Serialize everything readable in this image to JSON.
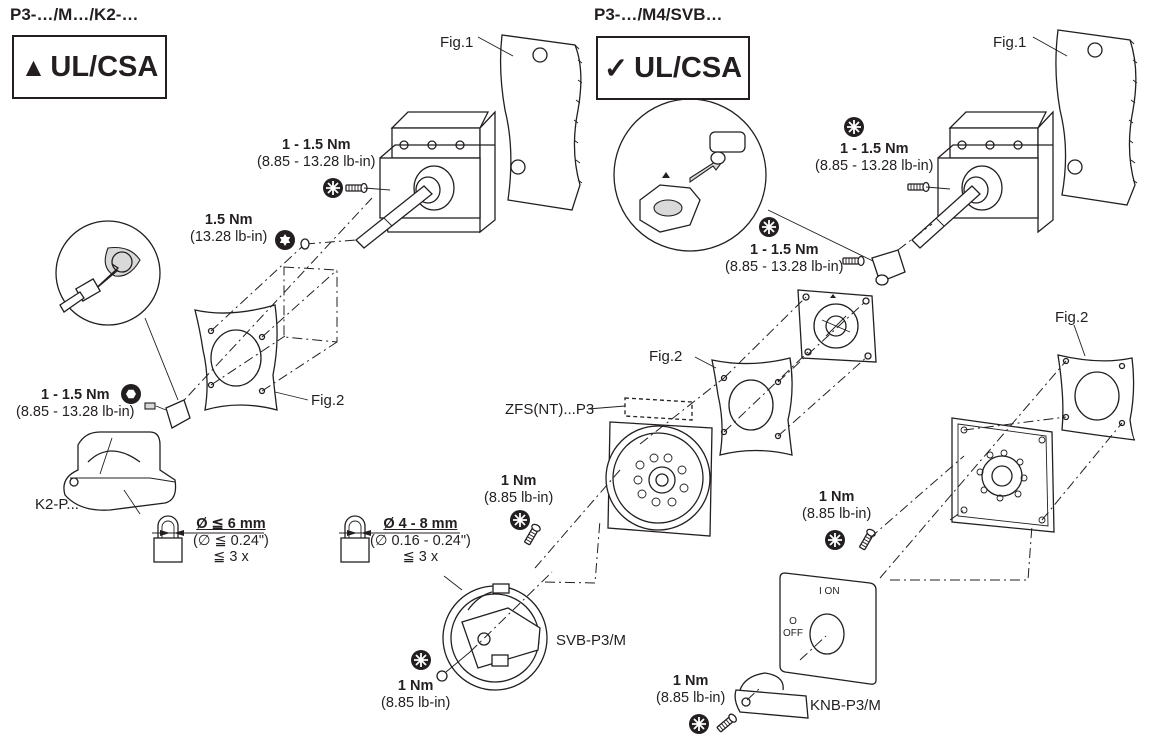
{
  "left_panel": {
    "title": "P3-…/M…/K2-…",
    "badge": {
      "icon": "warning-triangle-icon",
      "text": "UL/CSA",
      "state": "not-certified (crossed out)"
    },
    "fig1_label": "Fig.1",
    "fig2_label": "Fig.2",
    "torque_switch": {
      "value": "1 - 1.5 Nm",
      "imperial": "(8.85 - 13.28 lb-in)",
      "driver": "pozidriv-icon"
    },
    "torque_shaft": {
      "value": "1.5 Nm",
      "imperial": "(13.28 lb-in)",
      "driver": "torx-icon"
    },
    "torque_coupling": {
      "value": "1 - 1.5 Nm",
      "imperial": "(8.85 - 13.28 lb-in)",
      "driver": "hex-icon"
    },
    "handle_label": "K2-P...",
    "padlock": {
      "diameter": "Ø ≦ 6 mm",
      "imperial": "(∅ ≦ 0.24\")",
      "count": "≦ 3 x"
    }
  },
  "right_panel": {
    "title": "P3-…/M4/SVB…",
    "badge": {
      "icon": "checkmark-icon",
      "text": "UL/CSA",
      "state": "certified"
    },
    "fig1_label": "Fig.1",
    "fig2_label_a": "Fig.2",
    "fig2_label_b": "Fig.2",
    "torque_switch": {
      "value": "1 - 1.5 Nm",
      "imperial": "(8.85 - 13.28 lb-in)",
      "driver": "pozidriv-icon"
    },
    "torque_coupling": {
      "value": "1 - 1.5 Nm",
      "imperial": "(8.85 - 13.28 lb-in)",
      "driver": "pozidriv-icon"
    },
    "shroud_label": "ZFS(NT)...P3",
    "torque_svb_plate": {
      "value": "1 Nm",
      "imperial": "(8.85 lb-in)",
      "driver": "pozidriv-icon"
    },
    "torque_svb_handle": {
      "value": "1 Nm",
      "imperial": "(8.85 lb-in)",
      "driver": "pozidriv-icon"
    },
    "svb_label": "SVB-P3/M",
    "padlock": {
      "diameter": "Ø 4 - 8 mm",
      "imperial": "(∅ 0.16 - 0.24\")",
      "count": "≦ 3 x"
    },
    "torque_knb_plate": {
      "value": "1 Nm",
      "imperial": "(8.85 lb-in)",
      "driver": "pozidriv-icon"
    },
    "torque_knb_handle": {
      "value": "1 Nm",
      "imperial": "(8.85 lb-in)",
      "driver": "pozidriv-icon"
    },
    "knb_label": "KNB-P3/M",
    "knb_plate": {
      "on_text": "I ON",
      "off_symbol": "O",
      "off_text": "OFF"
    }
  }
}
